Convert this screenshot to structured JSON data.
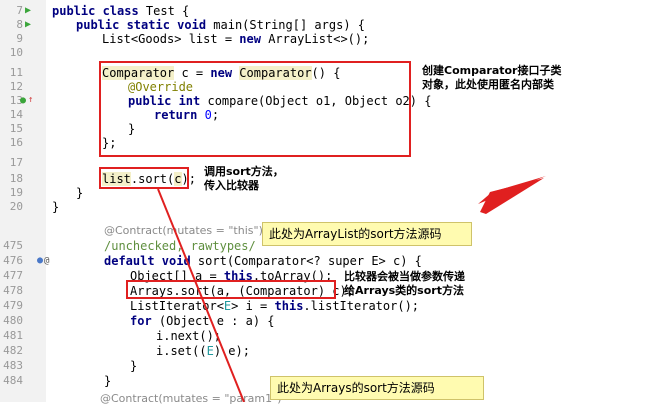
{
  "top_lines": [
    {
      "no": "7"
    },
    {
      "no": "8"
    },
    {
      "no": "9"
    },
    {
      "no": "10"
    },
    {
      "no": "11"
    },
    {
      "no": "12"
    },
    {
      "no": "13"
    },
    {
      "no": "14"
    },
    {
      "no": "15"
    },
    {
      "no": "16"
    },
    {
      "no": "17"
    },
    {
      "no": "18"
    },
    {
      "no": "19"
    },
    {
      "no": "20"
    }
  ],
  "bottom_lines": [
    {
      "no": "475"
    },
    {
      "no": "476"
    },
    {
      "no": "477"
    },
    {
      "no": "478"
    },
    {
      "no": "479"
    },
    {
      "no": "480"
    },
    {
      "no": "481"
    },
    {
      "no": "482"
    },
    {
      "no": "483"
    },
    {
      "no": "484"
    }
  ],
  "code": {
    "l7_kw": "public class",
    "l7_rest": " Test {",
    "l8_kw": "public static void",
    "l8_rest": " main(String[] args) {",
    "l9_a": "List<Goods> list = ",
    "l9_kw": "new",
    "l9_b": " ArrayList<>();",
    "l11_a": "Comparator",
    "l11_b": " c = ",
    "l11_kw": "new",
    "l11_c": " ",
    "l11_d": "Comparator",
    "l11_e": "() {",
    "l12": "@Override",
    "l13_kw": "public int",
    "l13_rest": " compare(Object o1, Object o2) {",
    "l14_kw": "return",
    "l14_num": " 0",
    "l14_end": ";",
    "l15": "}",
    "l16": "};",
    "l18_a": "list",
    "l18_b": ".sort(",
    "l18_c": "c",
    "l18_d": ");",
    "l19": "}",
    "l20": "}",
    "contract1": "@Contract(mutates = \"this\")",
    "l475": "/unchecked, rawtypes/",
    "l476_kw": "default void",
    "l476_rest": " sort(Comparator<? super E> c) {",
    "l477_a": "Object[] a = ",
    "l477_kw": "this",
    "l477_b": ".toArray();",
    "l478": "Arrays.sort(a, (Comparator) c);",
    "l479_a": "ListIterator<",
    "l479_t": "E",
    "l479_b": "> i = ",
    "l479_kw": "this",
    "l479_c": ".listIterator();",
    "l480_kw": "for",
    "l480_rest": " (Object e : a) {",
    "l481": "i.next();",
    "l482_a": "i.set((",
    "l482_t": "E",
    "l482_b": ") e);",
    "l483": "}",
    "l484": "}",
    "contract2": "@Contract(mutates = \"param1\")"
  },
  "notes": {
    "comparator_1": "创建Comparator接口子类",
    "comparator_2": "对象，此处使用匿名内部类",
    "sort_1": "调用sort方法，",
    "sort_2": "传入比较器",
    "arrays_1": "比较器会被当做参数传递",
    "arrays_2": "给Arrays类的sort方法"
  },
  "callouts": {
    "arraylist": "此处为ArrayList的sort方法源码",
    "arrays": "此处为Arrays的sort方法源码"
  },
  "colors": {
    "annotation_red": "#e02020",
    "callout_yellow": "#fffbb0"
  },
  "icons": [
    "run-arrow-icon",
    "override-method-icon",
    "implementation-icon"
  ]
}
